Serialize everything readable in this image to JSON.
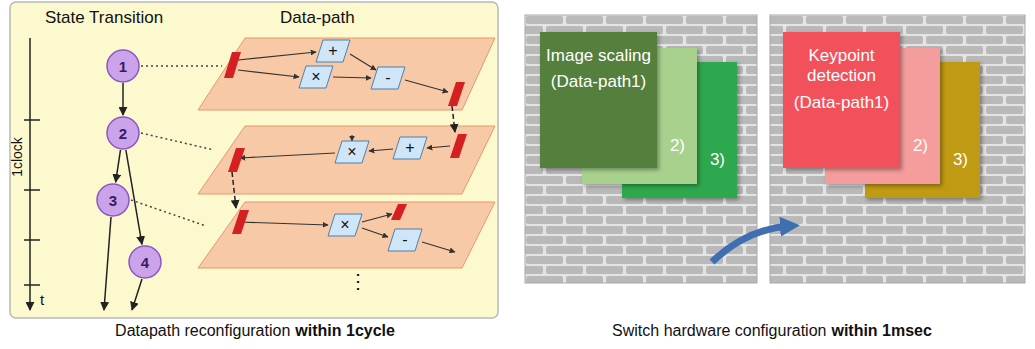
{
  "diagram": {
    "nodes": [
      {
        "text": [
          "State Transition",
          "Data-path"
        ]
      },
      {
        "text": [
          "1"
        ],
        "in": 0
      },
      {
        "text": [
          "2"
        ],
        "in": 0
      },
      {
        "text": [
          "3"
        ],
        "in": 0
      },
      {
        "text": [
          "4"
        ],
        "in": 0
      },
      {
        "text": [
          "+"
        ],
        "in": 0
      },
      {
        "text": [
          "×"
        ],
        "in": 0
      },
      {
        "text": [
          "-"
        ],
        "in": 0
      },
      {
        "text": [
          "×"
        ],
        "in": 0
      },
      {
        "text": [
          "+"
        ],
        "in": 0
      },
      {
        "text": [
          "×"
        ],
        "in": 0
      },
      {
        "text": [
          "-"
        ],
        "in": 0
      },
      {
        "text": [
          "Image scaling",
          "(Data-path1)"
        ]
      },
      {
        "text": [
          "2)"
        ]
      },
      {
        "text": [
          "3)"
        ]
      },
      {
        "text": [
          "Keypoint detection",
          "(Data-path1)"
        ]
      },
      {
        "text": [
          "2)"
        ]
      },
      {
        "text": [
          "3)"
        ]
      }
    ],
    "edges": [
      {
        "from": 1,
        "to": 2,
        "arrow": "to"
      },
      {
        "from": 2,
        "to": 3,
        "arrow": "to"
      },
      {
        "from": 2,
        "to": 4,
        "arrow": "to"
      }
    ],
    "labels": [
      "1clock",
      "t",
      "⋮",
      "Datapath reconfiguration",
      "within 1cycle",
      "Switch hardware configuration",
      "within 1msec"
    ]
  }
}
